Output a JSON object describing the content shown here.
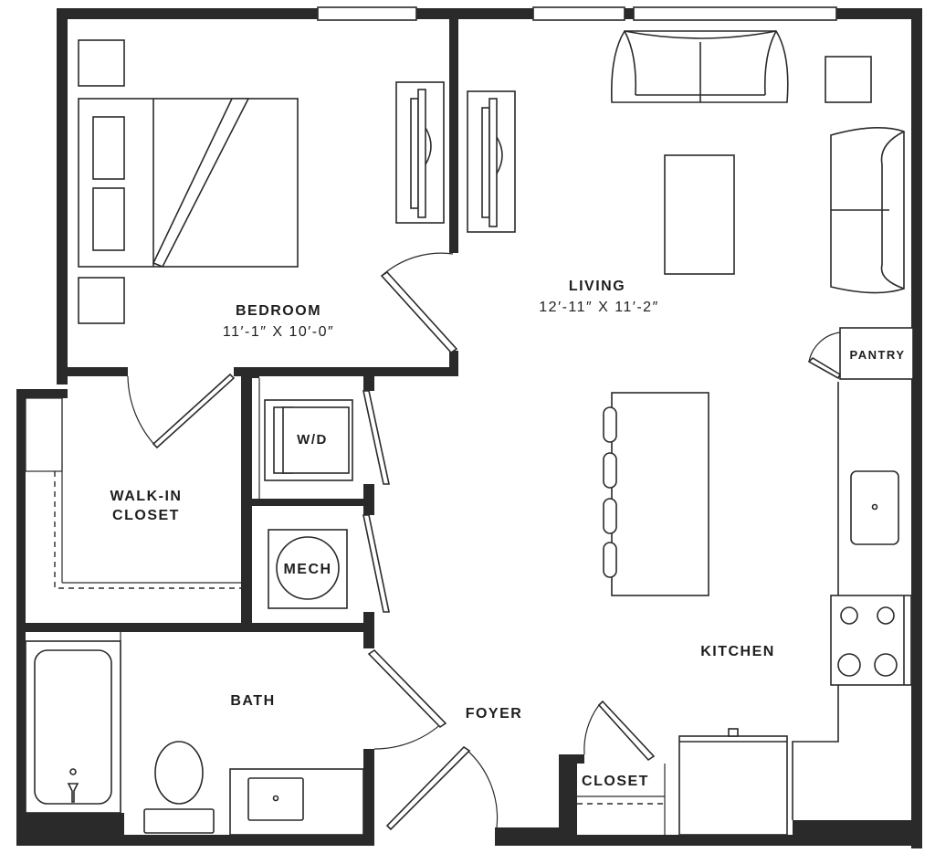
{
  "plan": {
    "rooms": {
      "bedroom": {
        "name": "BEDROOM",
        "dims": "11′-1″ X 10′-0″"
      },
      "living": {
        "name": "LIVING",
        "dims": "12′-11″ X 11′-2″"
      },
      "walkin_line1": "WALK-IN",
      "walkin_line2": "CLOSET",
      "bath": "BATH",
      "foyer": "FOYER",
      "kitchen": "KITCHEN",
      "pantry": "PANTRY",
      "closet": "CLOSET",
      "washer_dryer": "W/D",
      "mech": "MECH"
    },
    "colors": {
      "wall": "#2a2a2a",
      "background": "#ffffff"
    }
  }
}
